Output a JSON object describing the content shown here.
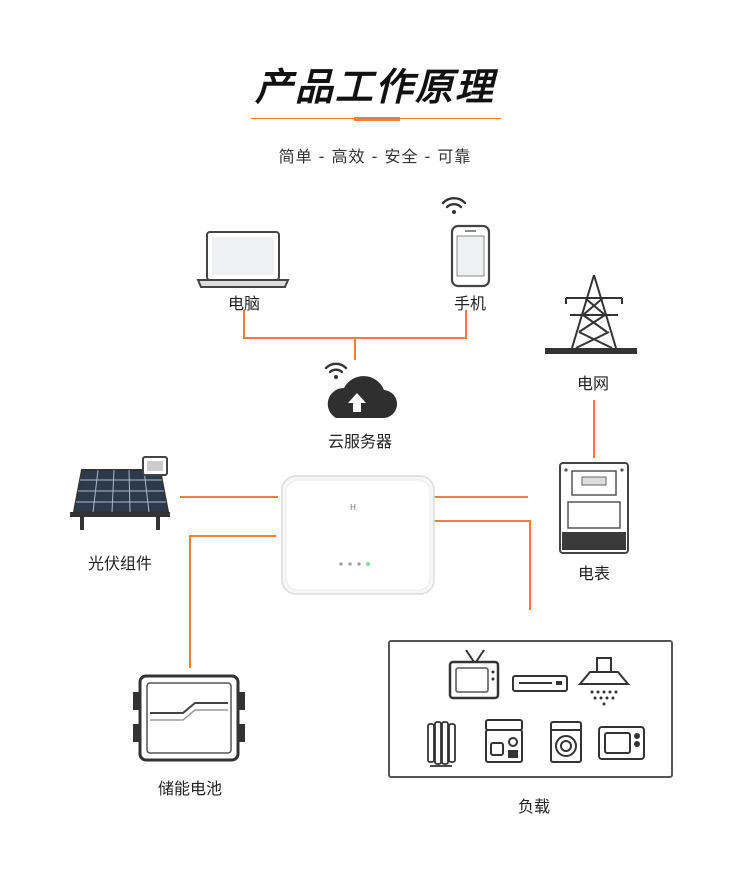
{
  "header": {
    "title": "产品工作原理",
    "subtitle": "简单 - 高效 - 安全 - 可靠"
  },
  "nodes": {
    "computer": "电脑",
    "phone": "手机",
    "cloud_server": "云服务器",
    "grid": "电网",
    "meter": "电表",
    "pv": "光伏组件",
    "battery": "储能电池",
    "load": "负载"
  },
  "colors": {
    "accent": "#f07f3c",
    "device": "#444444"
  },
  "icons": [
    "laptop-icon",
    "smartphone-icon",
    "wifi-icon",
    "cloud-upload-icon",
    "power-tower-icon",
    "electricity-meter-icon",
    "solar-panel-icon",
    "inverter-device",
    "battery-cabinet-icon",
    "tv-icon",
    "dvd-player-icon",
    "range-hood-icon",
    "oil-heater-icon",
    "coffee-machine-icon",
    "washing-machine-icon",
    "microwave-icon"
  ]
}
